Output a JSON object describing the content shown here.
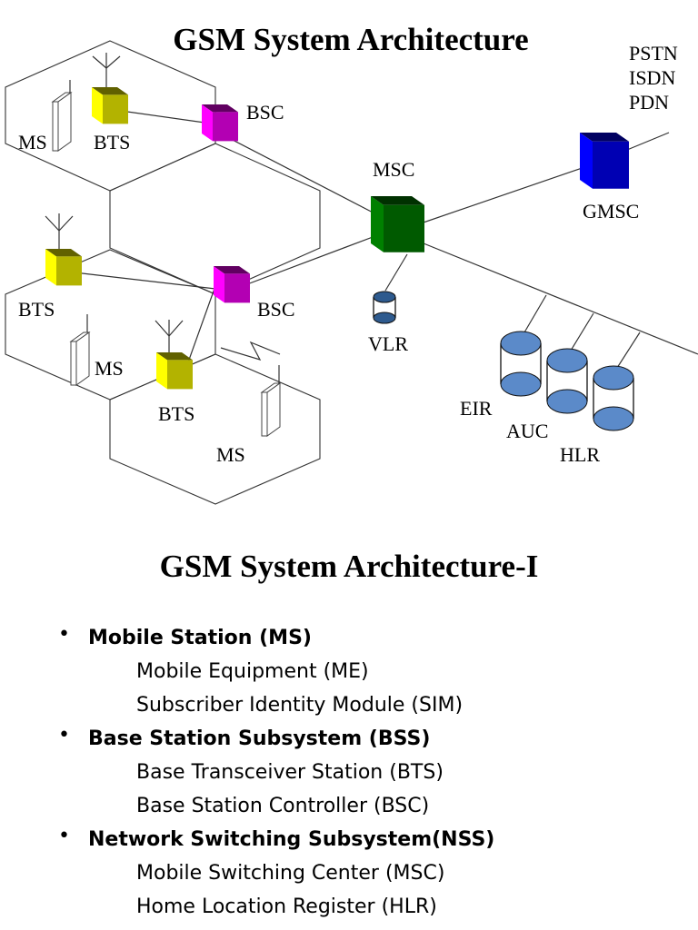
{
  "slide1": {
    "title": "GSM System Architecture",
    "labels": {
      "ms_top": "MS",
      "bts_top": "BTS",
      "bsc_top": "BSC",
      "msc": "MSC",
      "gmsc": "GMSC",
      "networks": [
        "PSTN",
        "ISDN",
        "PDN"
      ],
      "bts_left": "BTS",
      "bsc_mid": "BSC",
      "ms_mid": "MS",
      "bts_bottom": "BTS",
      "ms_bottom": "MS",
      "vlr": "VLR",
      "eir": "EIR",
      "auc": "AUC",
      "hlr": "HLR"
    },
    "colors": {
      "bts": "#ffff00",
      "bsc": "#ff00ff",
      "msc": "#008000",
      "gmsc": "#0000ff",
      "vlr": "#2e5a8e",
      "db": "#5b8ac9"
    }
  },
  "slide2": {
    "title": "GSM System Architecture-I",
    "sections": [
      {
        "bullet": "•",
        "heading": "Mobile Station (MS)",
        "items": [
          "Mobile Equipment (ME)",
          "Subscriber Identity Module (SIM)"
        ]
      },
      {
        "bullet": "•",
        "heading": "Base Station Subsystem (BSS)",
        "items": [
          "Base Transceiver Station (BTS)",
          "Base Station Controller (BSC)"
        ]
      },
      {
        "bullet": "•",
        "heading": "Network Switching Subsystem(NSS)",
        "items": [
          "Mobile Switching Center (MSC)",
          "Home Location Register (HLR)"
        ]
      }
    ]
  }
}
